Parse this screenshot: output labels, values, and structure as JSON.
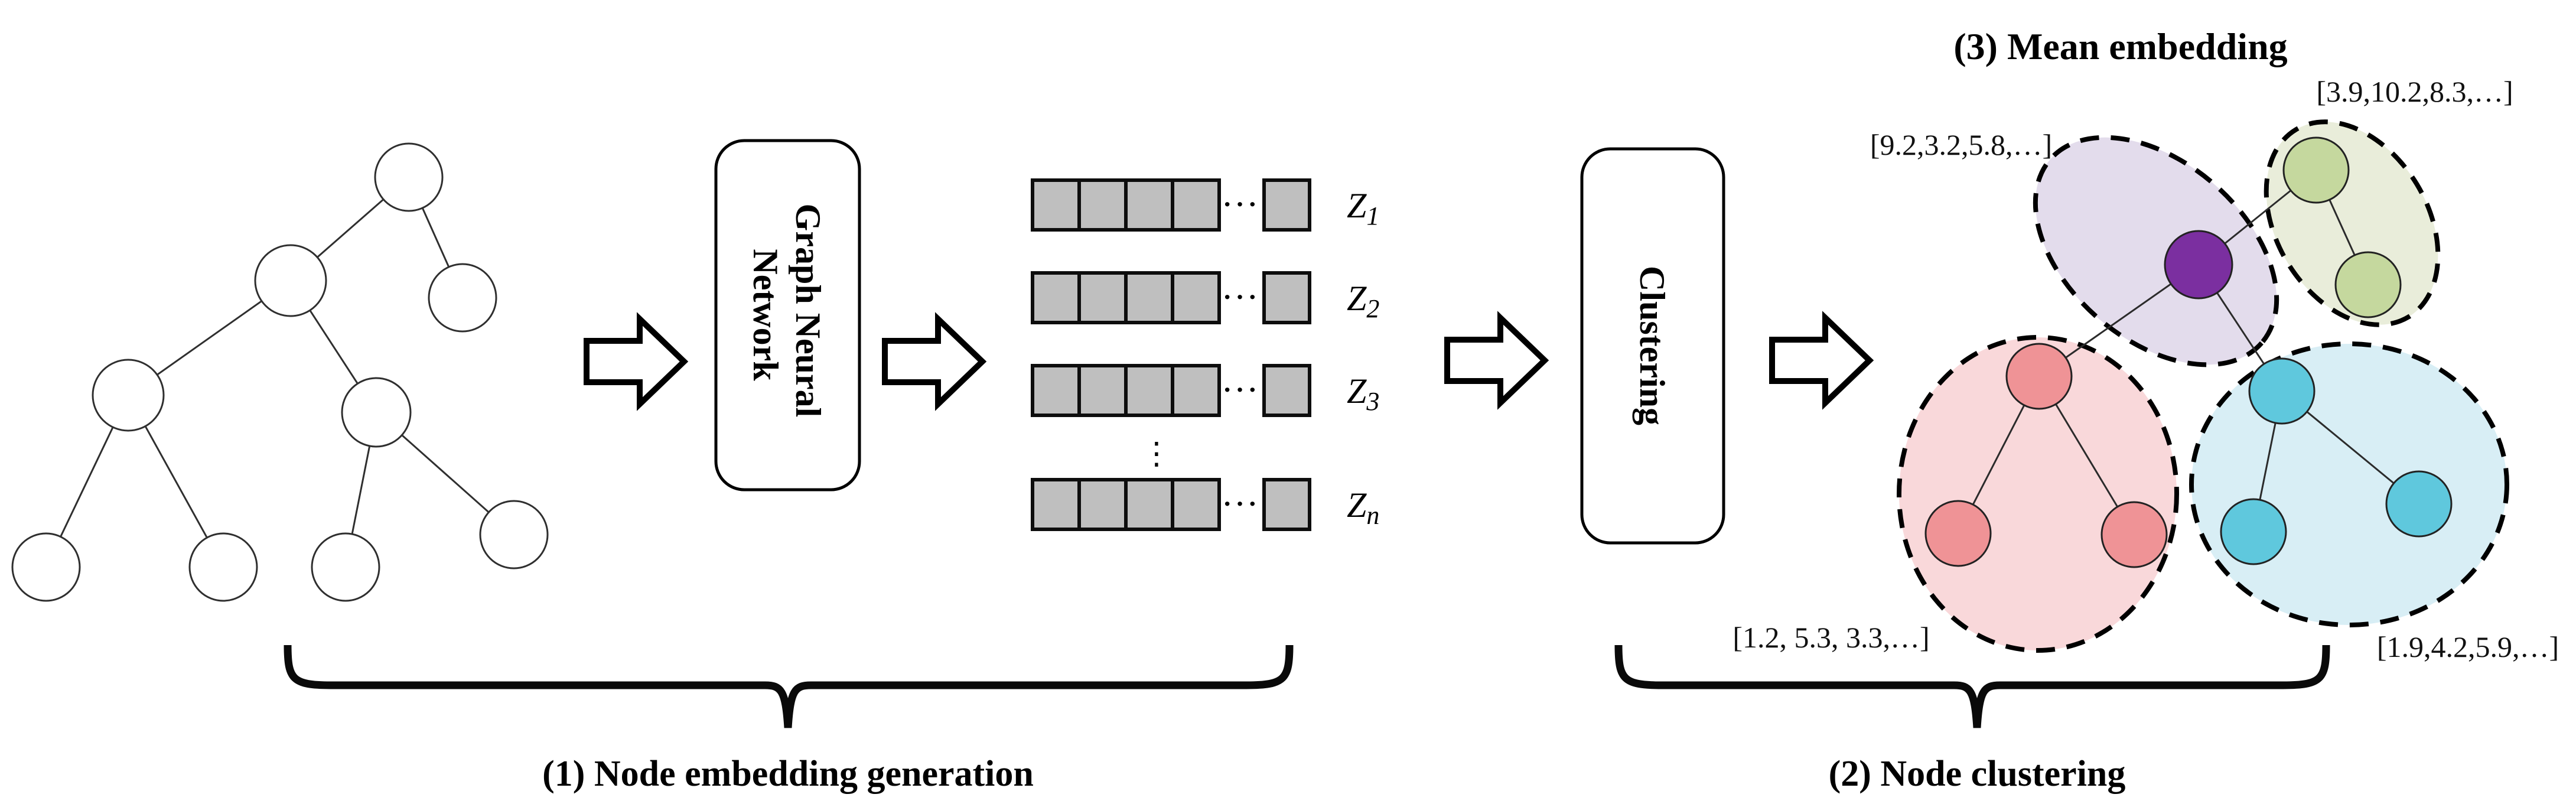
{
  "captions": {
    "step1": "(1) Node embedding generation",
    "step2": "(2) Node clustering",
    "step3": "(3) Mean embedding"
  },
  "gnn_box": {
    "line1": "Graph Neural",
    "line2": "Network"
  },
  "clustering_box": {
    "label": "Clustering"
  },
  "embeddings": {
    "rows": [
      {
        "symbol": "Z",
        "sub": "1"
      },
      {
        "symbol": "Z",
        "sub": "2"
      },
      {
        "symbol": "Z",
        "sub": "3"
      },
      {
        "symbol": "Z",
        "sub": "n"
      }
    ],
    "inline_dots": "···",
    "vertical_dots": "⋮"
  },
  "clusters": {
    "purple": {
      "mean_label": "[9.2,3.2,5.8,…]",
      "fill": "#E3DCEC",
      "node_fill": "#7B2FA0"
    },
    "green": {
      "mean_label": "[3.9,10.2,8.3,…]",
      "fill": "#E9EDDA",
      "node_fill": "#C5D89E"
    },
    "red": {
      "mean_label": "[1.2, 5.3, 3.3,…]",
      "fill": "#F9D8DA",
      "node_fill": "#EF9396"
    },
    "cyan": {
      "mean_label": "[1.9,4.2,5.9,…]",
      "fill": "#D8EEF5",
      "node_fill": "#5FC8DD"
    }
  }
}
